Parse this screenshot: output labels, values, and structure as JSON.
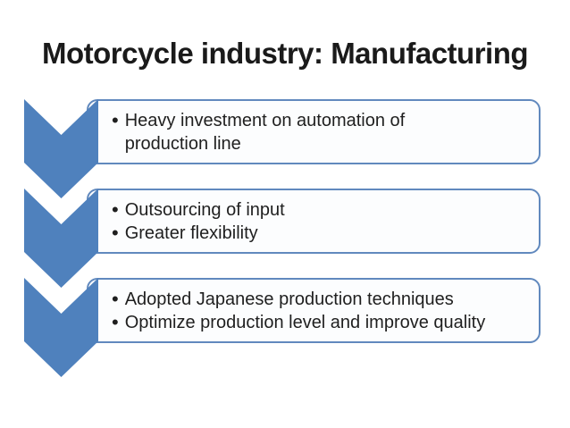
{
  "title": "Motorcycle industry: Manufacturing",
  "theme": {
    "chevron_color": "#4f81bd",
    "box_border_color": "#6189be",
    "box_fill_color": "#fcfdfe",
    "text_color": "#1f1f1f",
    "title_color": "#1a1a1a",
    "background_color": "#ffffff",
    "bullet_char": "•"
  },
  "list": {
    "items": [
      {
        "bullets": [
          {
            "lines": [
              "Heavy investment on automation of",
              "production line"
            ]
          }
        ]
      },
      {
        "bullets": [
          {
            "lines": [
              "Outsourcing of input"
            ]
          },
          {
            "lines": [
              "Greater flexibility"
            ]
          }
        ]
      },
      {
        "bullets": [
          {
            "lines": [
              "Adopted Japanese production techniques"
            ]
          },
          {
            "lines": [
              "Optimize production level and improve quality"
            ]
          }
        ]
      }
    ]
  }
}
